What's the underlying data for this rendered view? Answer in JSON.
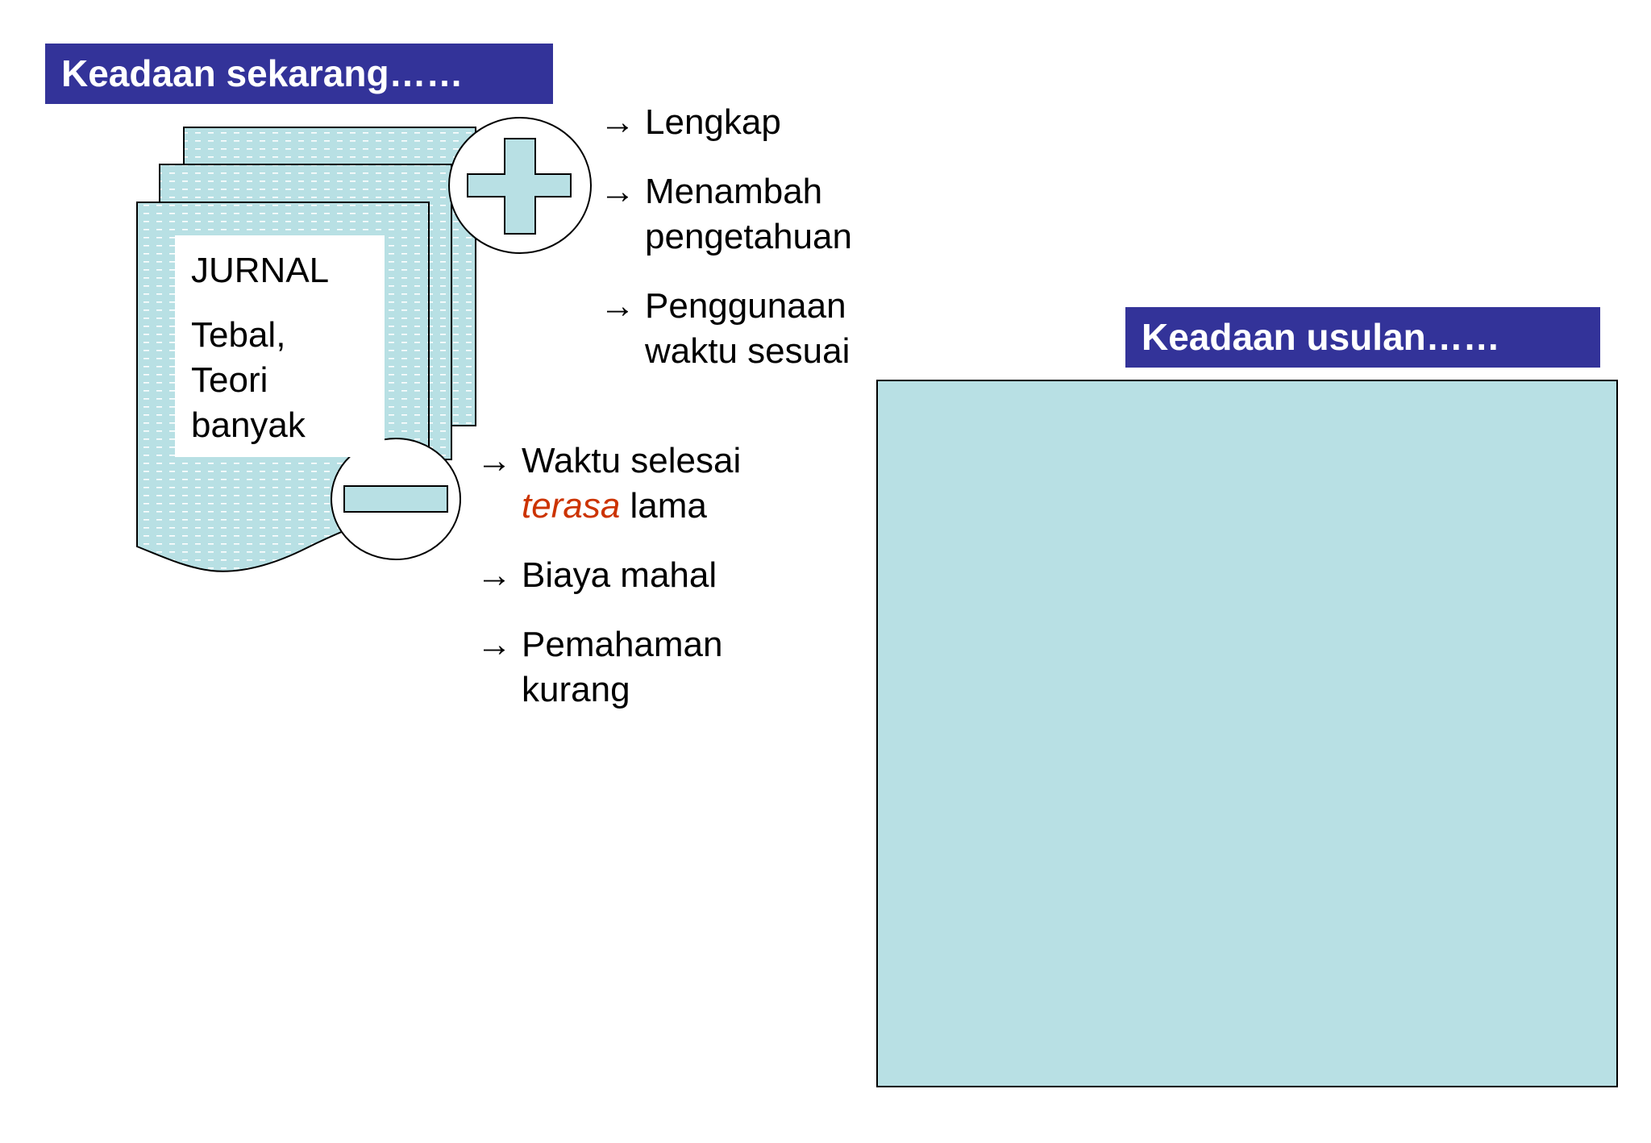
{
  "title_current": "Keadaan sekarang……",
  "title_proposed": "Keadaan usulan……",
  "document": {
    "title": "JURNAL",
    "desc_lines": [
      "Tebal,",
      "Teori",
      "banyak"
    ],
    "fill_color": "#b8e0e4"
  },
  "pros": {
    "icon": "plus-icon",
    "items": [
      {
        "arrow": "→",
        "lines": [
          "Lengkap"
        ]
      },
      {
        "arrow": "→",
        "lines": [
          "Menambah",
          "pengetahuan"
        ]
      },
      {
        "arrow": "→",
        "lines": [
          "Penggunaan",
          "waktu sesuai"
        ]
      }
    ]
  },
  "cons": {
    "icon": "minus-icon",
    "items": [
      {
        "arrow": "→",
        "lines": [
          "Waktu selesai"
        ],
        "emphasis": "terasa",
        "rest": " lama"
      },
      {
        "arrow": "→",
        "lines": [
          "Biaya mahal"
        ]
      },
      {
        "arrow": "→",
        "lines": [
          "Pemahaman",
          "kurang"
        ]
      }
    ],
    "emphasis_color": "#cc3300"
  },
  "colors": {
    "title_bar": "#333399",
    "title_text": "#ffffff",
    "box_fill": "#b8e0e4"
  }
}
